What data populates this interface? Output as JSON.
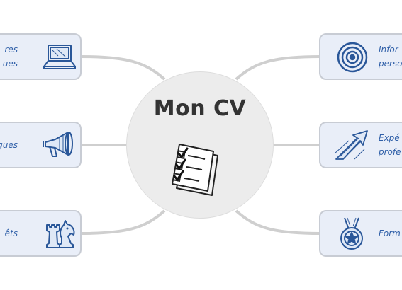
{
  "mindmap": {
    "center": {
      "title": "Mon CV",
      "icon": "checklist-icon"
    },
    "left_nodes": [
      {
        "lines": [
          "res",
          "ues"
        ],
        "icon": "laptop-icon"
      },
      {
        "lines": [
          "gues"
        ],
        "icon": "megaphone-icon"
      },
      {
        "lines": [
          "êts"
        ],
        "icon": "chess-pieces-icon"
      }
    ],
    "right_nodes": [
      {
        "lines": [
          "Infor",
          "perso"
        ],
        "icon": "fingerprint-icon"
      },
      {
        "lines": [
          "Expé",
          "profe"
        ],
        "icon": "growth-arrow-icon"
      },
      {
        "lines": [
          "Form"
        ],
        "icon": "medal-icon"
      }
    ],
    "colors": {
      "node_fill": "#e9eef8",
      "node_border": "#c8ccd4",
      "label_text": "#2f5fa8",
      "icon_ink": "#2a5799",
      "connector": "#cfcfcf",
      "center_fill": "#ececec"
    }
  }
}
